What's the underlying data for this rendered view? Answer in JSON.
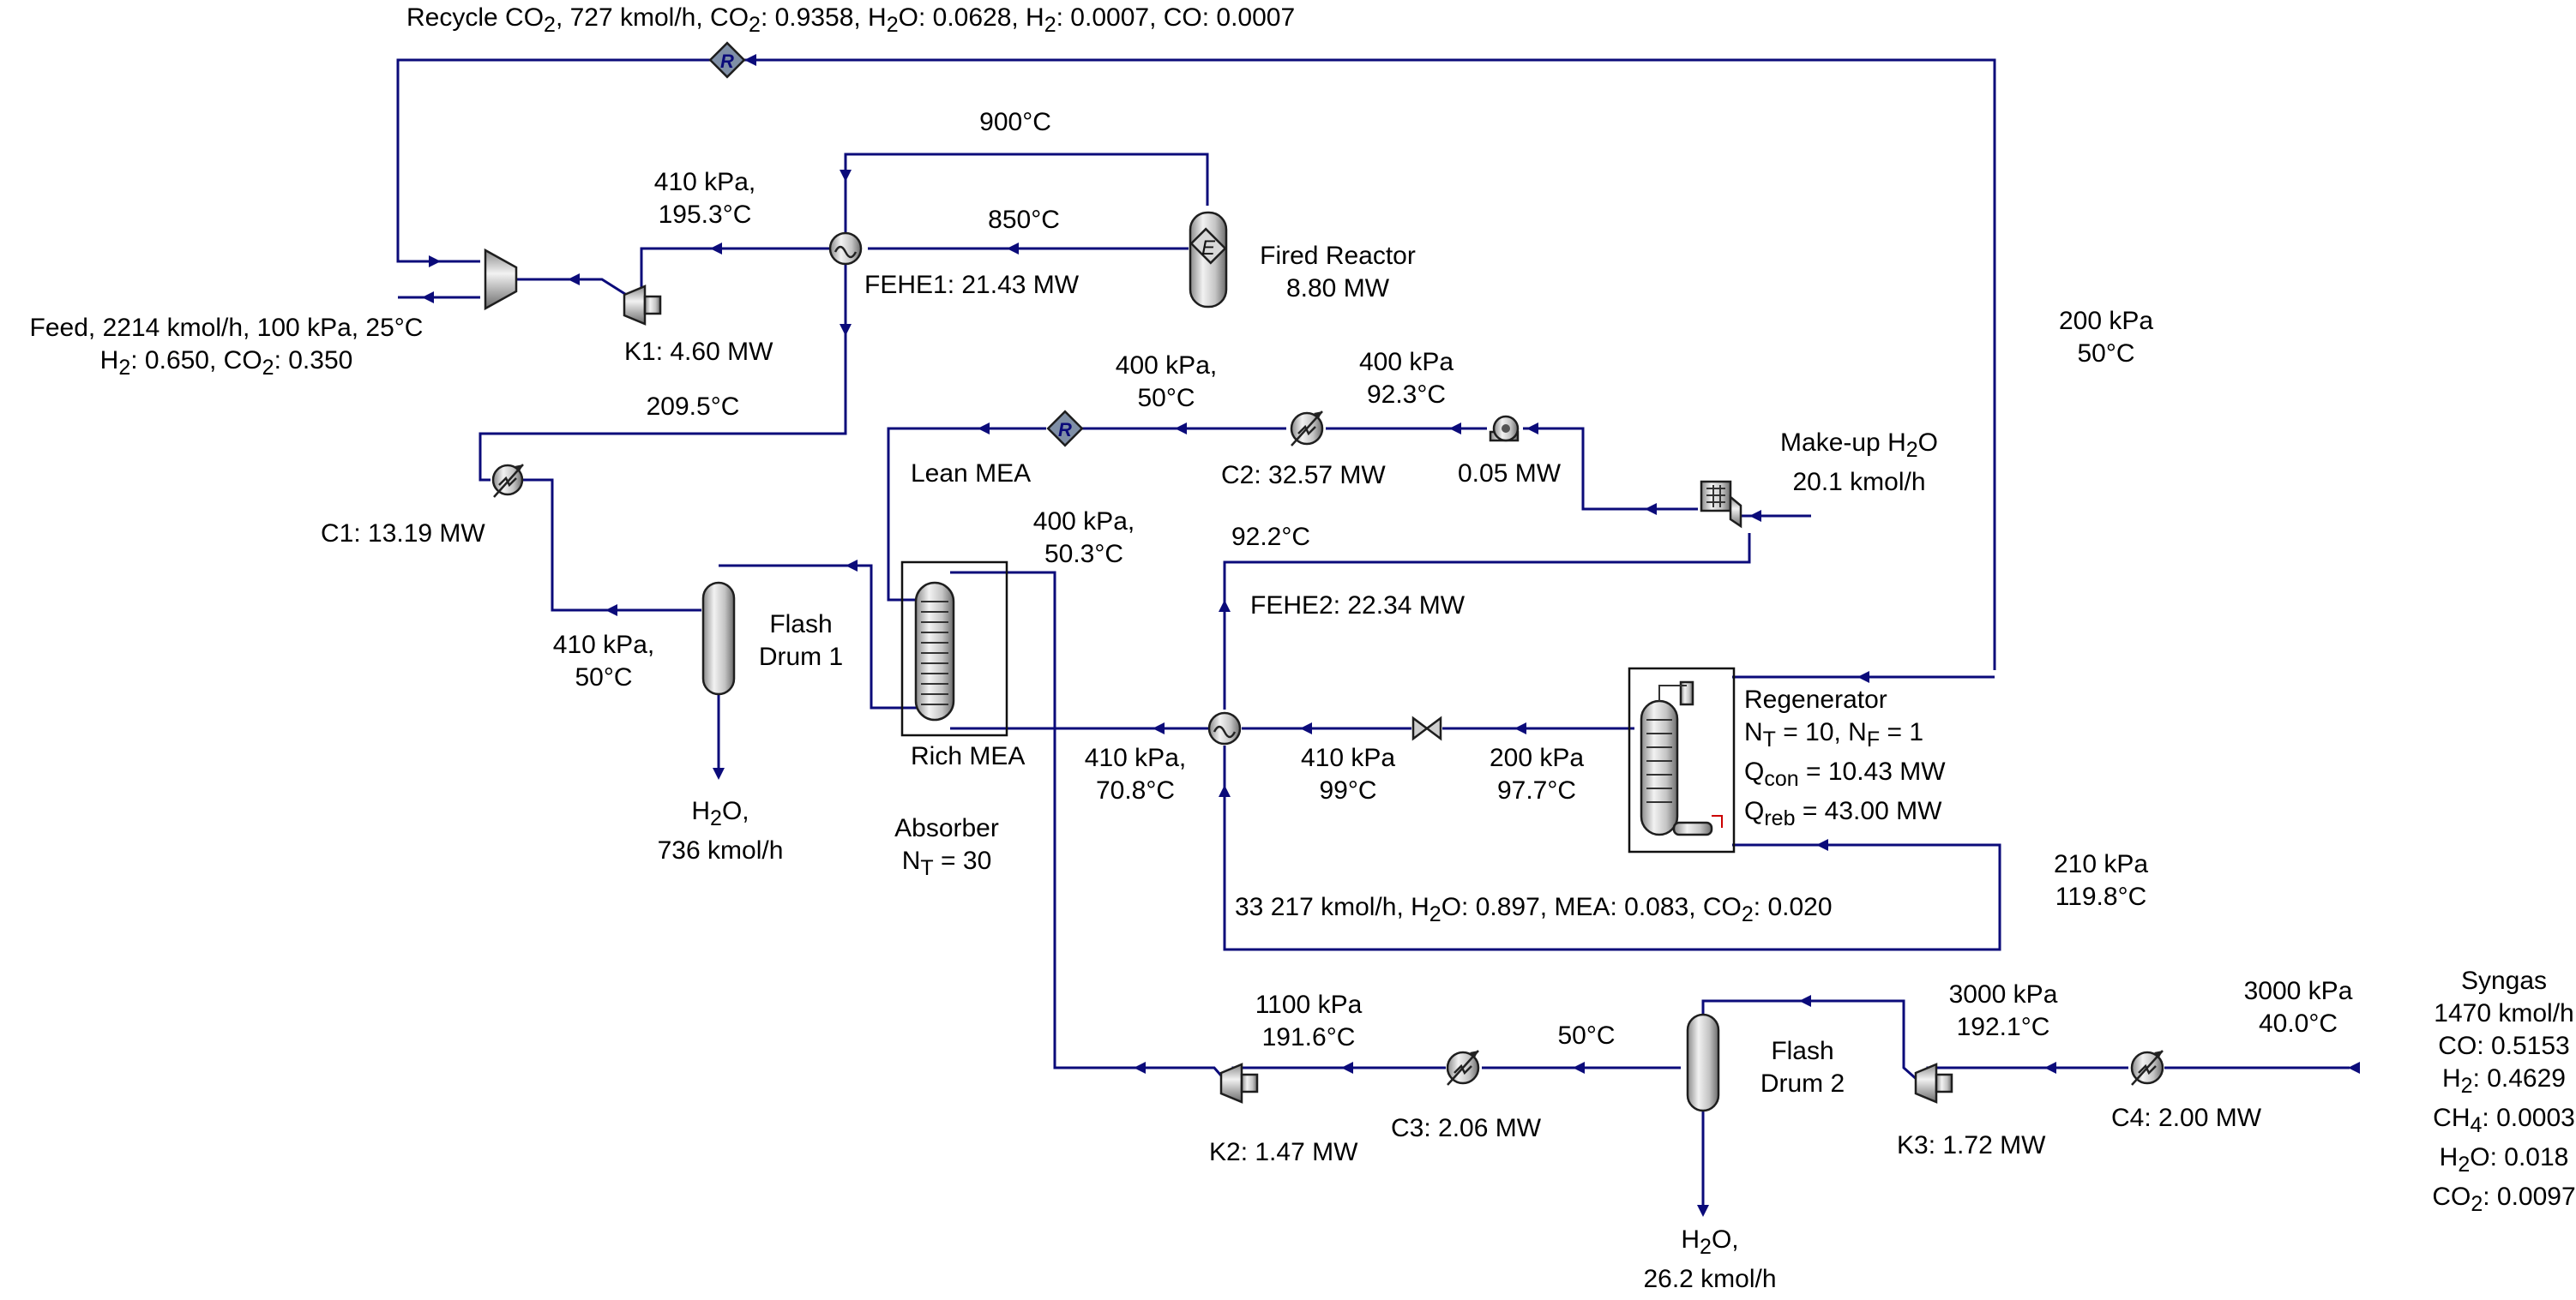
{
  "streams": {
    "recycle_co2": {
      "prefix": "Recycle CO",
      "sub1": "2",
      "rest1": ", 727 kmol/h, CO",
      "sub2": "2",
      "rest2": ": 0.9358, H",
      "sub3": "2",
      "rest3": "O: 0.0628, H",
      "sub4": "2",
      "rest4": ": 0.0007, CO: 0.0007"
    },
    "feed": {
      "line1": "Feed, 2214 kmol/h, 100 kPa, 25°C",
      "line2_a": "H",
      "line2_sub1": "2",
      "line2_b": ": 0.650, CO",
      "line2_sub2": "2",
      "line2_c": ": 0.350"
    },
    "k1_out": {
      "line1": "410 kPa,",
      "line2": "195.3°C"
    },
    "fired_top": "900°C",
    "fired_in": "850°C",
    "fehe1_out": "209.5°C",
    "flash1_in": {
      "line1": "410 kPa,",
      "line2": "50°C"
    },
    "flash1_h2o": {
      "line1_a": "H",
      "line1_sub": "2",
      "line1_b": "O,",
      "line2": "736 kmol/h"
    },
    "lean_c2_out": {
      "line1": "400 kPa,",
      "line2": "50°C"
    },
    "lean_pump_out": {
      "line1": "400 kPa",
      "line2": "92.3°C"
    },
    "absorber_top": {
      "line1": "400 kPa,",
      "line2": "50.3°C"
    },
    "fehe2_hot_out": "92.2°C",
    "rich_out": {
      "line1": "410 kPa,",
      "line2": "70.8°C"
    },
    "fehe2_cold_out": {
      "line1": "410 kPa",
      "line2": "99°C"
    },
    "valve_out": {
      "line1": "200 kPa",
      "line2": "97.7°C"
    },
    "regen_top": {
      "line1": "200 kPa",
      "line2": "50°C"
    },
    "regen_bottom": {
      "line1": "210 kPa",
      "line2": "119.8°C"
    },
    "lean_circ": {
      "a": "33 217 kmol/h, H",
      "sub1": "2",
      "b": "O: 0.897, MEA: 0.083, CO",
      "sub2": "2",
      "c": ": 0.020"
    },
    "k2_out": {
      "line1": "1100 kPa",
      "line2": "191.6°C"
    },
    "c3_out": "50°C",
    "flash2_h2o": {
      "line1_a": "H",
      "line1_sub": "2",
      "line1_b": "O,",
      "line2": "26.2 kmol/h"
    },
    "k3_out": {
      "line1": "3000 kPa",
      "line2": "192.1°C"
    },
    "c4_out": {
      "line1": "3000 kPa",
      "line2": "40.0°C"
    },
    "syngas": {
      "title": "Syngas",
      "flow": "1470 kmol/h",
      "co": "CO: 0.5153",
      "h2_a": "H",
      "h2_sub": "2",
      "h2_b": ": 0.4629",
      "ch4_a": "CH",
      "ch4_sub": "4",
      "ch4_b": ": 0.0003",
      "h2o_a": "H",
      "h2o_sub": "2",
      "h2o_b": "O: 0.018",
      "co2_a": "CO",
      "co2_sub": "2",
      "co2_b": ": 0.0097"
    }
  },
  "units": {
    "k1": "K1: 4.60 MW",
    "fehe1": "FEHE1: 21.43 MW",
    "fired_reactor": {
      "line1": "Fired Reactor",
      "line2": "8.80 MW"
    },
    "c1": "C1: 13.19 MW",
    "flash1": {
      "line1": "Flash",
      "line2": "Drum 1"
    },
    "lean_mea": "Lean MEA",
    "rich_mea": "Rich MEA",
    "c2": "C2: 32.57 MW",
    "pump": "0.05 MW",
    "makeup": {
      "line1_a": "Make-up H",
      "line1_sub": "2",
      "line1_b": "O",
      "line2": "20.1 kmol/h"
    },
    "fehe2": "FEHE2: 22.34 MW",
    "absorber": {
      "line1": "Absorber",
      "line2_a": "N",
      "line2_sub": "T",
      "line2_b": " = 30"
    },
    "regenerator": {
      "title": "Regenerator",
      "nt_a": "N",
      "nt_sub": "T",
      "nt_b": " = 10, N",
      "nf_sub": "F",
      "nf_b": " = 1",
      "qcon_a": "Q",
      "qcon_sub": "con",
      "qcon_b": " = 10.43 MW",
      "qreb_a": "Q",
      "qreb_sub": "reb",
      "qreb_b": " = 43.00 MW"
    },
    "k2": "K2: 1.47 MW",
    "c3": "C3: 2.06 MW",
    "flash2": {
      "line1": "Flash",
      "line2": "Drum 2"
    },
    "k3": "K3: 1.72 MW",
    "c4": "C4: 2.00 MW"
  },
  "icons": {
    "recycle_block": "R",
    "fired_reactor_block": "E"
  },
  "colors": {
    "pipe": "#0b0b7a",
    "equipment_outline": "#1e1e1e"
  }
}
